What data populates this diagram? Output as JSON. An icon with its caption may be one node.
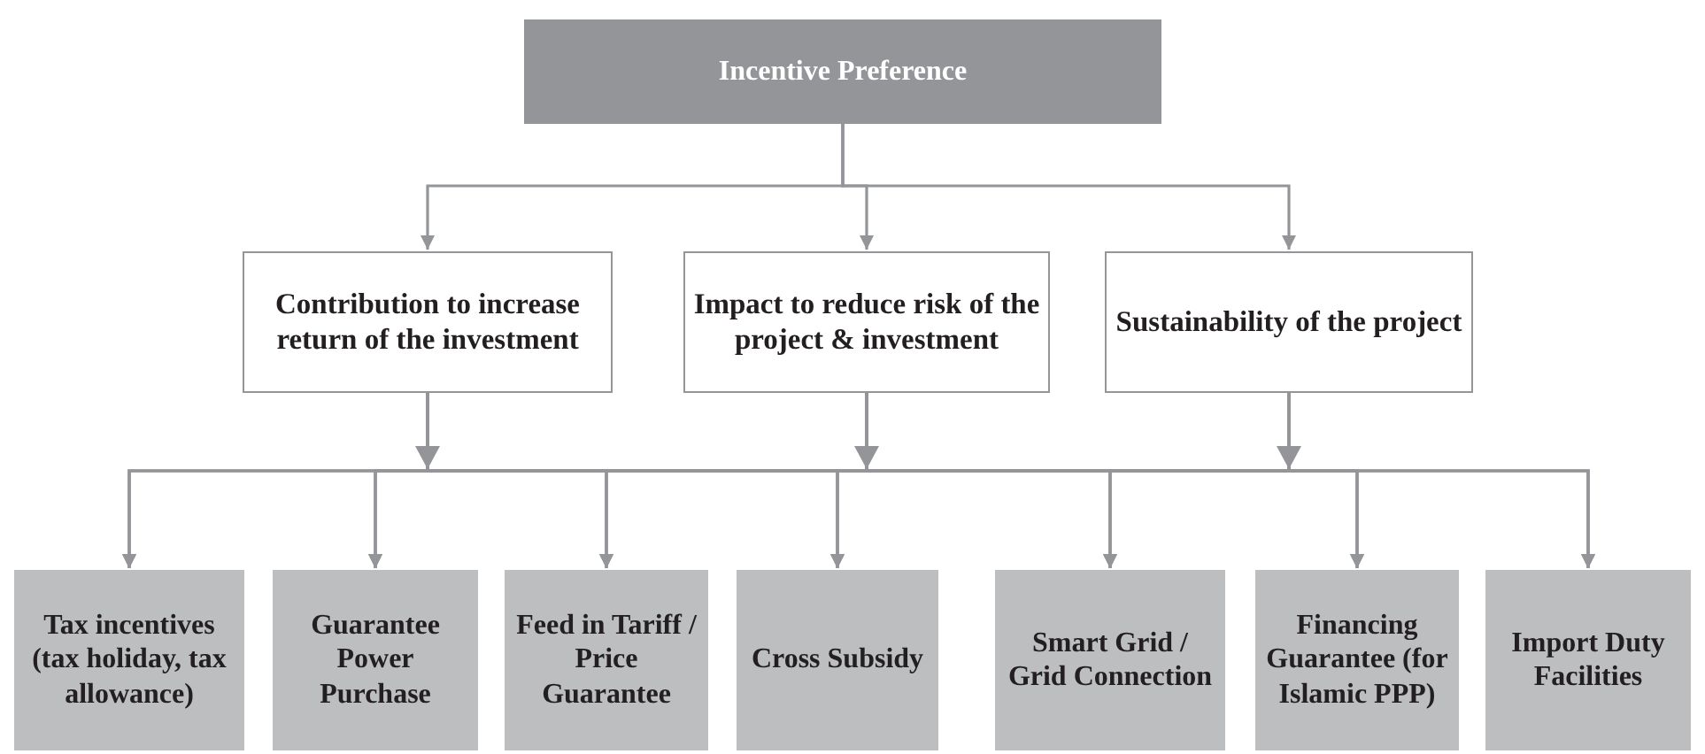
{
  "diagram": {
    "nodes": [
      {
        "text": [
          "Incentive Preference"
        ]
      },
      {
        "text": [
          "Contribution to increase return of the investment"
        ]
      },
      {
        "text": [
          "Impact to reduce risk of the project & investment"
        ]
      },
      {
        "text": [
          "Sustainability of the project"
        ]
      },
      {
        "text": [
          "Tax incentives (tax holiday, tax allowance)"
        ]
      },
      {
        "text": [
          "Guarantee Power Purchase"
        ]
      },
      {
        "text": [
          "Feed in Tariff / Price Guarantee"
        ]
      },
      {
        "text": [
          "Cross Subsidy"
        ]
      },
      {
        "text": [
          "Smart Grid / Grid Connection"
        ]
      },
      {
        "text": [
          "Financing Guarantee (for Islamic PPP)"
        ]
      },
      {
        "text": [
          "Import Duty Facilities"
        ]
      }
    ],
    "edges": [
      {
        "from": 0,
        "to": 1,
        "arrow": "to"
      },
      {
        "from": 0,
        "to": 2,
        "arrow": "to"
      },
      {
        "from": 0,
        "to": 3,
        "arrow": "to"
      },
      {
        "from": 1,
        "to": 4,
        "arrow": "to"
      },
      {
        "from": 1,
        "to": 5,
        "arrow": "to"
      },
      {
        "from": 1,
        "to": 6,
        "arrow": "to"
      },
      {
        "from": 1,
        "to": 7,
        "arrow": "to"
      },
      {
        "from": 1,
        "to": 8,
        "arrow": "to"
      },
      {
        "from": 1,
        "to": 9,
        "arrow": "to"
      },
      {
        "from": 1,
        "to": 10,
        "arrow": "to"
      },
      {
        "from": 2,
        "to": 4,
        "arrow": "to"
      },
      {
        "from": 2,
        "to": 5,
        "arrow": "to"
      },
      {
        "from": 2,
        "to": 6,
        "arrow": "to"
      },
      {
        "from": 2,
        "to": 7,
        "arrow": "to"
      },
      {
        "from": 2,
        "to": 8,
        "arrow": "to"
      },
      {
        "from": 2,
        "to": 9,
        "arrow": "to"
      },
      {
        "from": 2,
        "to": 10,
        "arrow": "to"
      },
      {
        "from": 3,
        "to": 4,
        "arrow": "to"
      },
      {
        "from": 3,
        "to": 5,
        "arrow": "to"
      },
      {
        "from": 3,
        "to": 6,
        "arrow": "to"
      },
      {
        "from": 3,
        "to": 7,
        "arrow": "to"
      },
      {
        "from": 3,
        "to": 8,
        "arrow": "to"
      },
      {
        "from": 3,
        "to": 9,
        "arrow": "to"
      },
      {
        "from": 3,
        "to": 10,
        "arrow": "to"
      }
    ]
  }
}
